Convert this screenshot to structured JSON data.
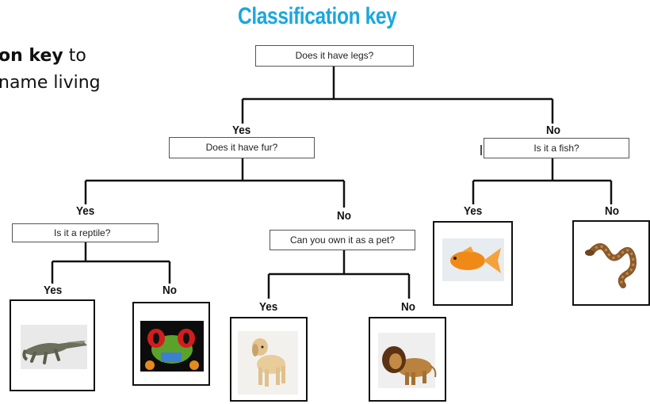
{
  "title": "Classification key",
  "intro": {
    "line1_bold": "on key",
    "line1_rest": " to",
    "line2": "name living"
  },
  "questions": {
    "root": "Does it have legs?",
    "fur": "Does it have fur?",
    "fish": "Is it a fish?",
    "reptile": "Is it a reptile?",
    "pet": "Can you own it as a pet?"
  },
  "answers": {
    "yes": "Yes",
    "no": "No"
  },
  "animals": [
    "crocodile",
    "frog",
    "dog",
    "lion",
    "goldfish",
    "snake"
  ],
  "colors": {
    "title": "#1aa7df",
    "line": "#111111",
    "box_border": "#555555"
  }
}
